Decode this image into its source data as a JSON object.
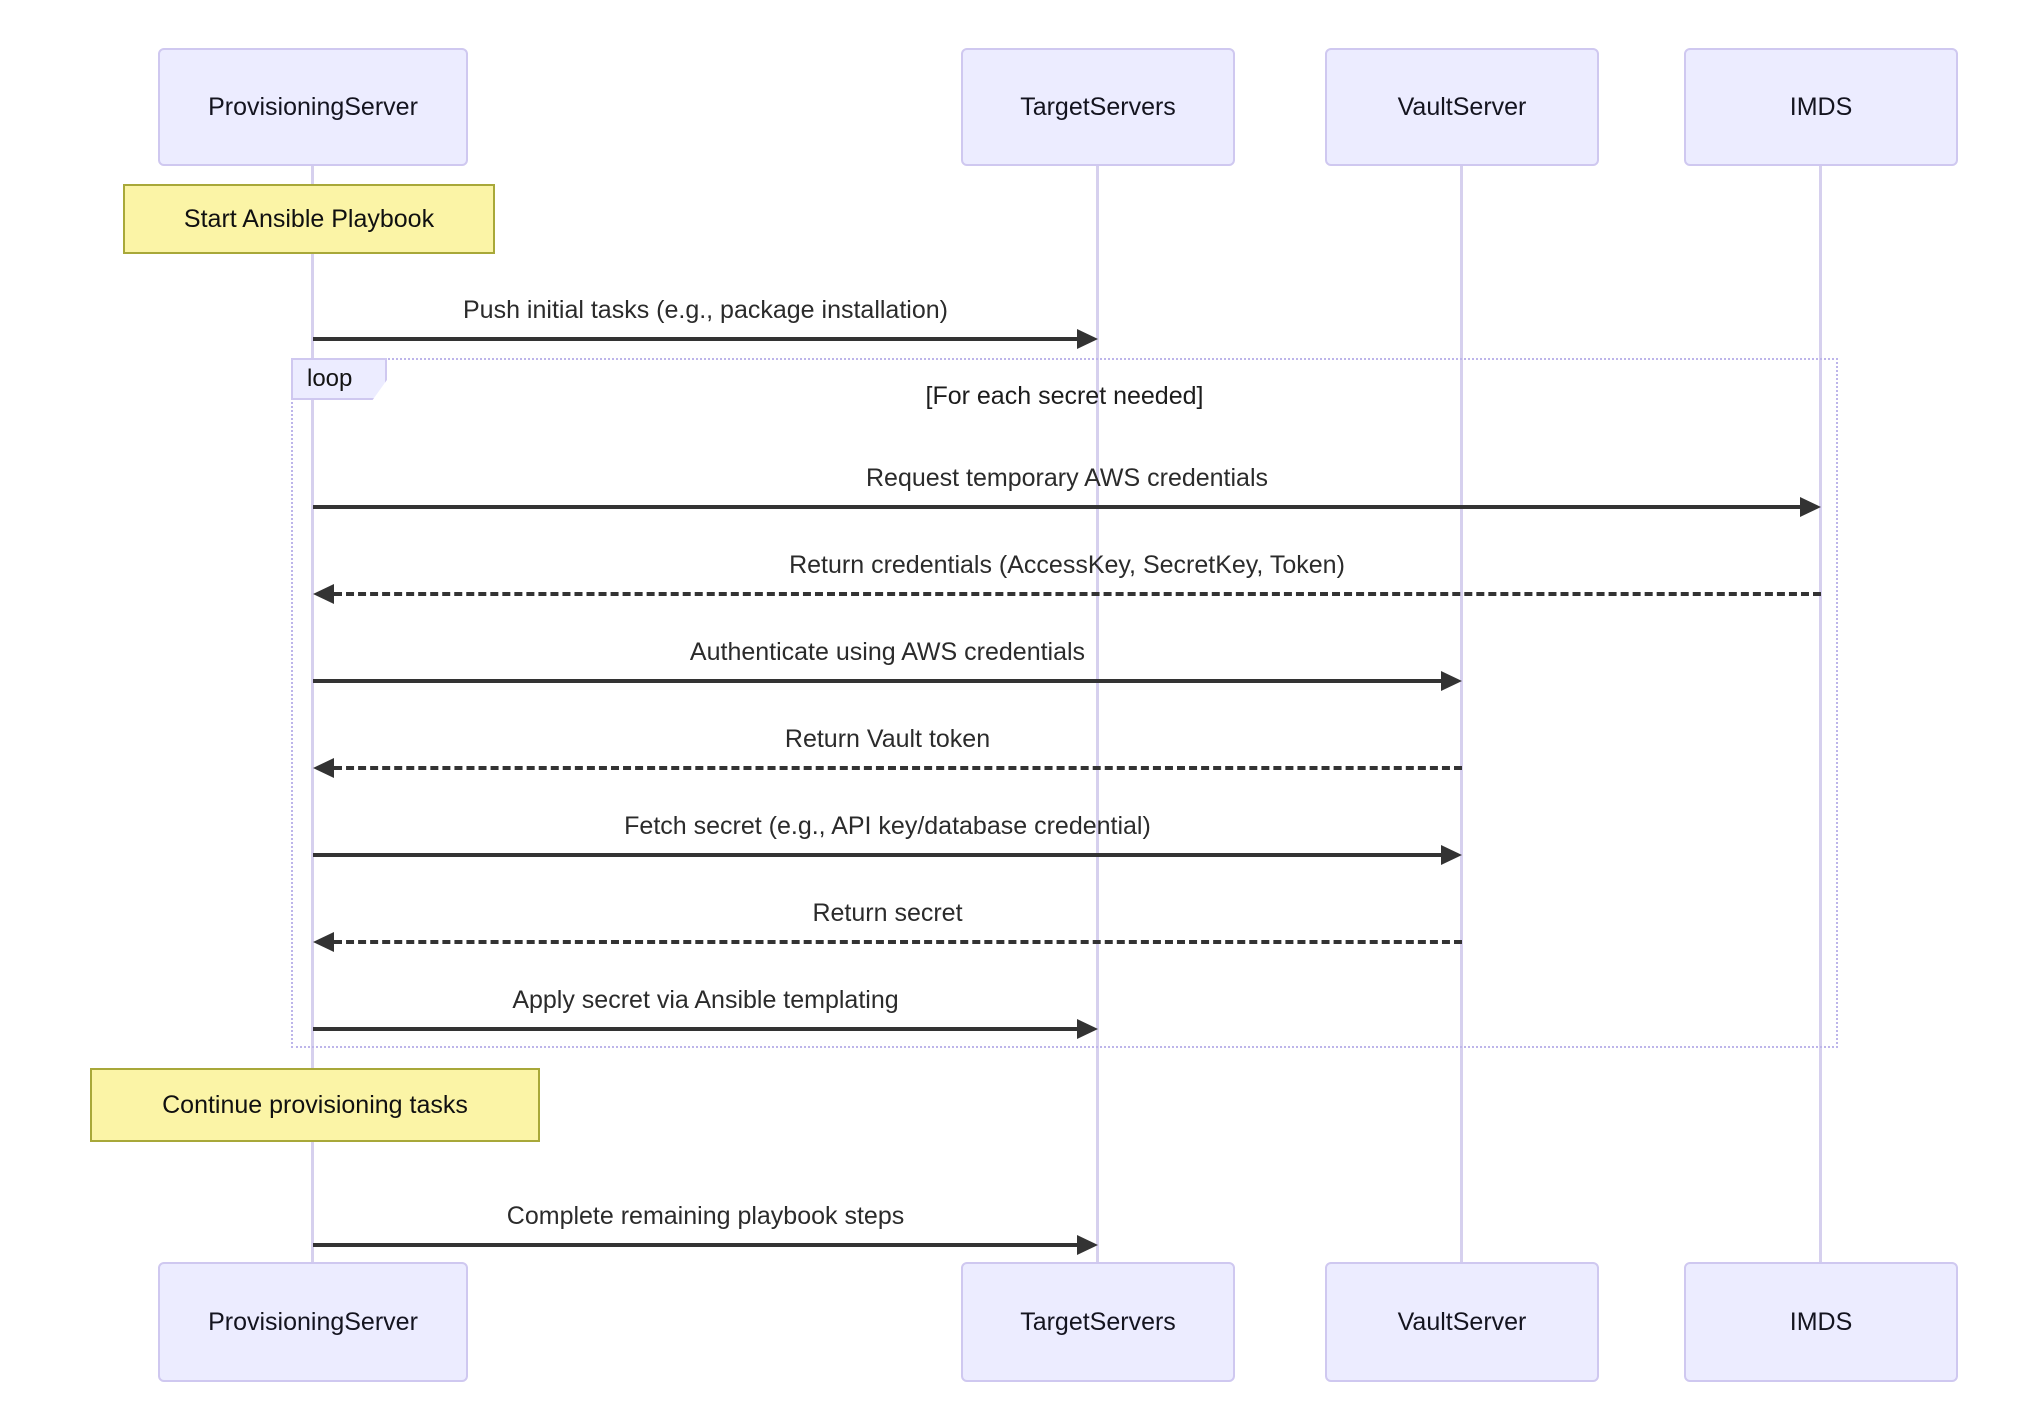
{
  "diagram": {
    "type": "sequence-diagram",
    "actors": [
      {
        "label": "ProvisioningServer"
      },
      {
        "label": "TargetServers"
      },
      {
        "label": "VaultServer"
      },
      {
        "label": "IMDS"
      }
    ],
    "notes": [
      {
        "label": "Start Ansible Playbook",
        "over": "ProvisioningServer"
      },
      {
        "label": "Continue provisioning tasks",
        "over": "ProvisioningServer"
      }
    ],
    "loop": {
      "keyword": "loop",
      "condition": "[For each secret needed]"
    },
    "messages": [
      {
        "from": "ProvisioningServer",
        "to": "TargetServers",
        "line": "solid",
        "in_loop": false,
        "label": "Push initial tasks (e.g., package installation)"
      },
      {
        "from": "ProvisioningServer",
        "to": "IMDS",
        "line": "solid",
        "in_loop": true,
        "label": "Request temporary AWS credentials"
      },
      {
        "from": "IMDS",
        "to": "ProvisioningServer",
        "line": "dashed",
        "in_loop": true,
        "label": "Return credentials (AccessKey, SecretKey, Token)"
      },
      {
        "from": "ProvisioningServer",
        "to": "VaultServer",
        "line": "solid",
        "in_loop": true,
        "label": "Authenticate using AWS credentials"
      },
      {
        "from": "VaultServer",
        "to": "ProvisioningServer",
        "line": "dashed",
        "in_loop": true,
        "label": "Return Vault token"
      },
      {
        "from": "ProvisioningServer",
        "to": "VaultServer",
        "line": "solid",
        "in_loop": true,
        "label": "Fetch secret (e.g., API key/database credential)"
      },
      {
        "from": "VaultServer",
        "to": "ProvisioningServer",
        "line": "dashed",
        "in_loop": true,
        "label": "Return secret"
      },
      {
        "from": "ProvisioningServer",
        "to": "TargetServers",
        "line": "solid",
        "in_loop": true,
        "label": "Apply secret via Ansible templating"
      },
      {
        "from": "ProvisioningServer",
        "to": "TargetServers",
        "line": "solid",
        "in_loop": false,
        "label": "Complete remaining playbook steps"
      }
    ],
    "colors": {
      "actor_fill": "#ECECFF",
      "actor_border": "#CFC8F0",
      "lifeline": "#D6D0EE",
      "note_fill": "#FBF4A6",
      "note_border": "#A8A839",
      "loop_border": "#BDB5EA",
      "arrow": "#333333",
      "background": "#FFFFFF"
    }
  }
}
